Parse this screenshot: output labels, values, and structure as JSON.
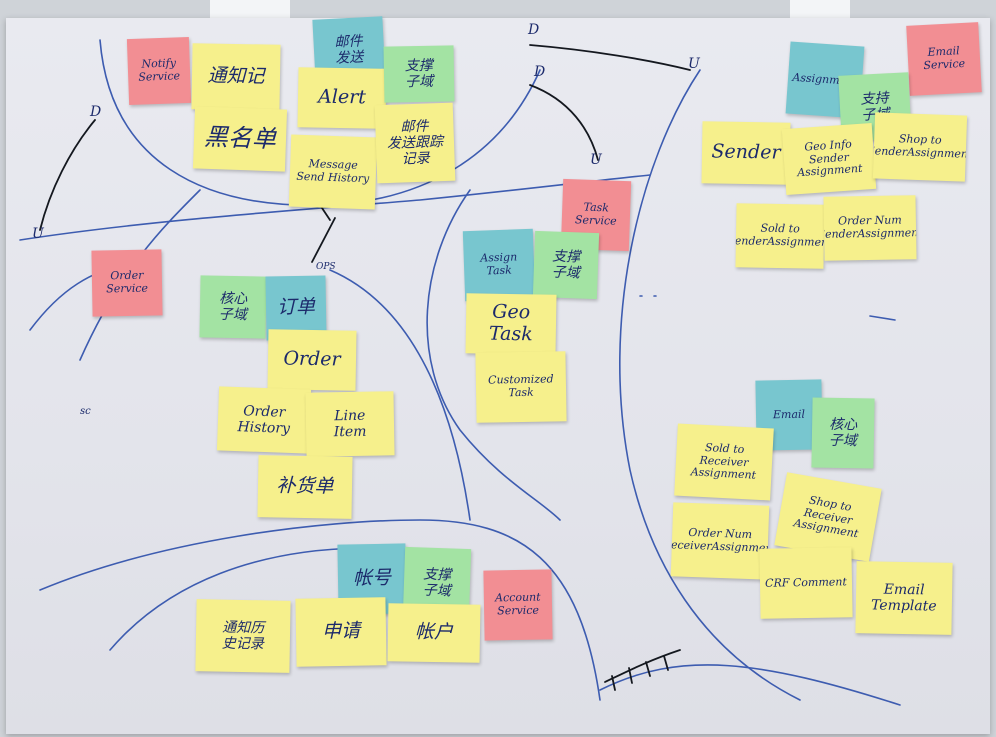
{
  "notes": {
    "notify_service": "Notify\nService",
    "tongzhi": "通知记",
    "heimingdan": "黑名单",
    "youjian_fasong": "邮件\n发送",
    "alert": "Alert",
    "zhicheng_1": "支撑\n子域",
    "message_send_history": "Message\nSend History",
    "youjian_fasong_jilu": "邮件\n发送跟踪\n记录",
    "order_service": "Order\nService",
    "hexin_1": "核心\n子域",
    "dingdan": "订单",
    "order": "Order",
    "order_history": "Order\nHistory",
    "line_item": "Line\nItem",
    "buhuodan": "补货单",
    "task_service": "Task\nService",
    "assign_task": "Assign\nTask",
    "zhicheng_2": "支撑\n子域",
    "geo_task": "Geo\nTask",
    "customized_task": "Customized\nTask",
    "email_service": "Email\nService",
    "assignment": "Assignment",
    "zhicheng_3": "支持\n子域",
    "sender": "Sender",
    "geo_sender": "Geo Info\nSender Assignment",
    "shop_to_sender": "Shop to\nSenderAssignment",
    "sold_to_sender": "Sold to\nSenderAssignment",
    "order_num_sender": "Order Num\nSenderAssignment",
    "email": "Email",
    "hexin_2": "核心\n子域",
    "sold_to_receiver": "Sold to\nReceiver Assignment",
    "shop_to_receiver": "Shop to\nReceiver Assignment",
    "order_num_receiver": "Order Num\nReceiverAssignment",
    "crf_comment": "CRF Comment",
    "email_template": "Email\nTemplate",
    "zhanghao": "帐号",
    "zhicheng_4": "支撑\n子域",
    "account_service": "Account\nService",
    "tongzhi_lishi": "通知历\n史记录",
    "shenqing": "申请",
    "zhanghu": "帐户"
  },
  "marks": {
    "d1": "D",
    "u1": "U",
    "d2": "D",
    "u2": "U",
    "d3": "D",
    "u3": "U",
    "sc": "sc",
    "ops": "OPS"
  },
  "colors": {
    "yellow": "#f6f08c",
    "pink": "#f28e93",
    "blue": "#78c6cf",
    "green": "#a3e3a3",
    "ink": "#1c2a6b"
  }
}
